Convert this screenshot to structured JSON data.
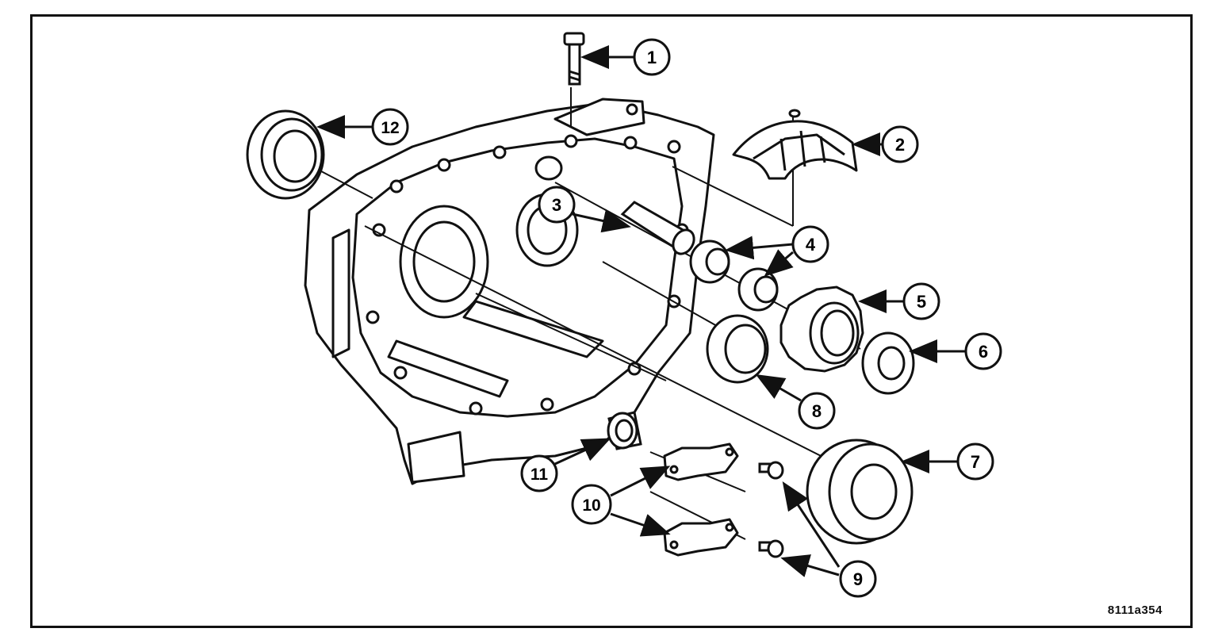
{
  "figure_id": "8111a354",
  "callouts": [
    "1",
    "2",
    "3",
    "4",
    "5",
    "6",
    "7",
    "8",
    "9",
    "10",
    "11",
    "12"
  ],
  "colors": {
    "ink": "#111111",
    "paper": "#ffffff",
    "shade": "#d9d9d9"
  }
}
